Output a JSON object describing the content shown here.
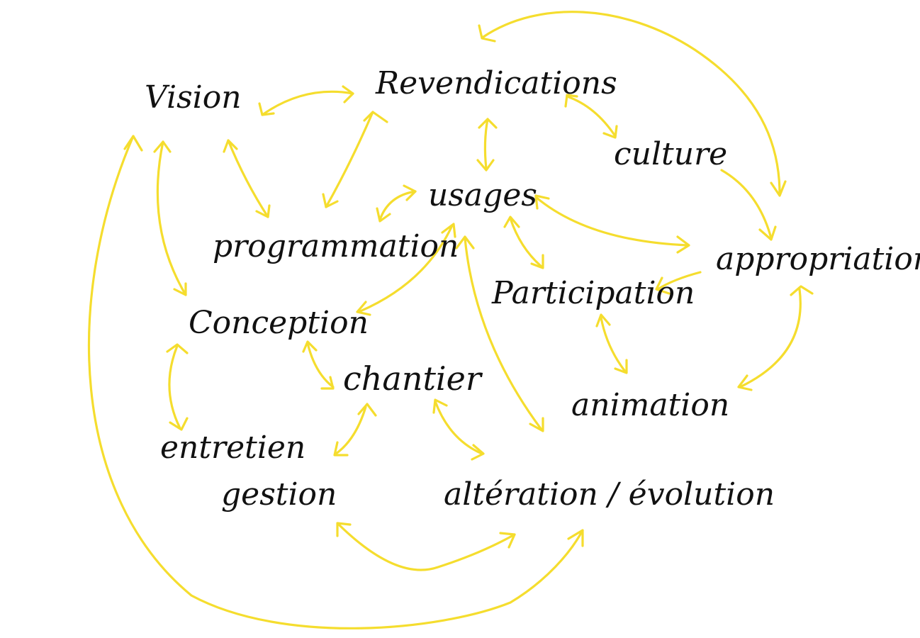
{
  "colors": {
    "background": "#ffffff",
    "arrow": "#f5dd2e",
    "text": "#111111"
  },
  "nodes": {
    "vision": "Vision",
    "revendications": "Revendications",
    "culture": "culture",
    "usages": "usages",
    "programmation": "programmation",
    "appropriation": "appropriation",
    "participation": "Participation",
    "conception": "Conception",
    "chantier": "chantier",
    "animation": "animation",
    "entretien": "entretien",
    "gestion": "gestion",
    "alteration_evolution": "altération / évolution"
  },
  "links": [
    [
      "vision",
      "revendications"
    ],
    [
      "vision",
      "programmation"
    ],
    [
      "vision",
      "conception"
    ],
    [
      "vision",
      "alteration_evolution"
    ],
    [
      "revendications",
      "programmation"
    ],
    [
      "revendications",
      "usages"
    ],
    [
      "revendications",
      "culture"
    ],
    [
      "revendications",
      "appropriation"
    ],
    [
      "culture",
      "appropriation"
    ],
    [
      "usages",
      "programmation"
    ],
    [
      "usages",
      "appropriation"
    ],
    [
      "usages",
      "participation"
    ],
    [
      "usages",
      "conception"
    ],
    [
      "usages",
      "alteration_evolution"
    ],
    [
      "appropriation",
      "participation"
    ],
    [
      "appropriation",
      "animation"
    ],
    [
      "participation",
      "animation"
    ],
    [
      "conception",
      "chantier"
    ],
    [
      "conception",
      "entretien"
    ],
    [
      "chantier",
      "gestion"
    ],
    [
      "chantier",
      "alteration_evolution"
    ],
    [
      "gestion",
      "alteration_evolution"
    ]
  ]
}
